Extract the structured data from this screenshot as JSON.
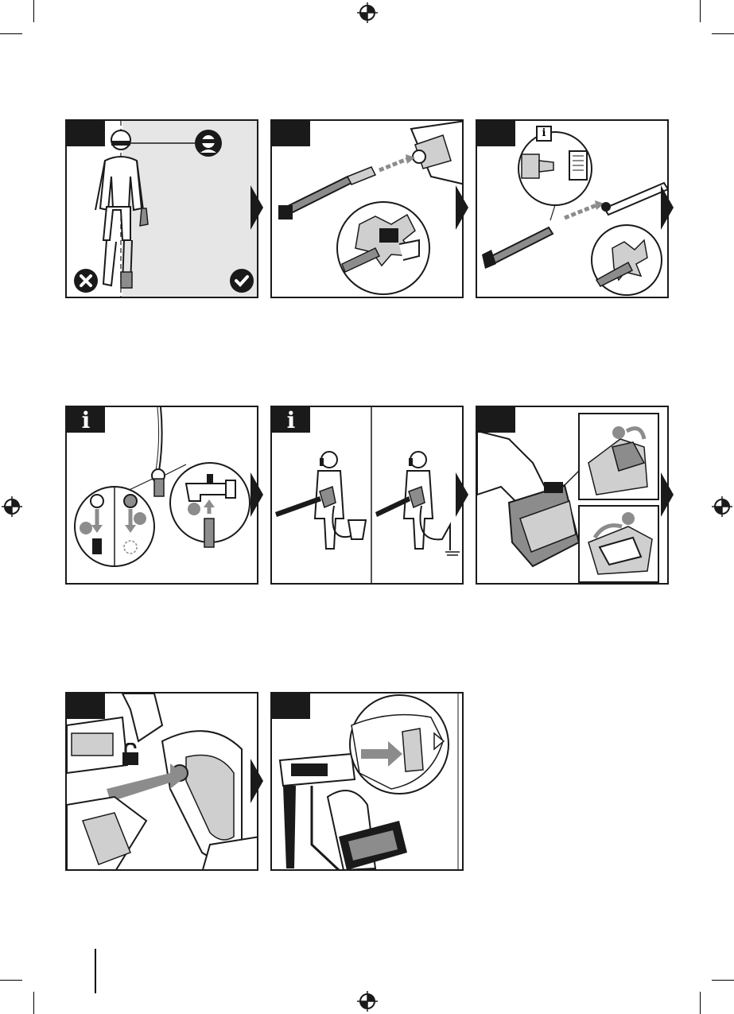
{
  "colors": {
    "ink": "#1a1a1a",
    "panel_grey": "#e6e6e6",
    "mid_grey": "#8c8c8c",
    "light_grey": "#cfcfcf"
  },
  "rows": [
    {
      "panels": [
        {
          "id": "p1",
          "tab": "",
          "icons": [
            "wrong-icon",
            "correct-icon",
            "eye-ear-protection-icon"
          ]
        },
        {
          "id": "p2",
          "tab": ""
        },
        {
          "id": "p3",
          "tab": "",
          "info": "i"
        }
      ]
    },
    {
      "panels": [
        {
          "id": "p4",
          "tab": "i"
        },
        {
          "id": "p5",
          "tab": "i"
        },
        {
          "id": "p6",
          "tab": ""
        }
      ]
    },
    {
      "panels": [
        {
          "id": "p7",
          "tab": "",
          "icons": [
            "padlock-open-icon"
          ]
        },
        {
          "id": "p8",
          "tab": ""
        }
      ]
    }
  ]
}
